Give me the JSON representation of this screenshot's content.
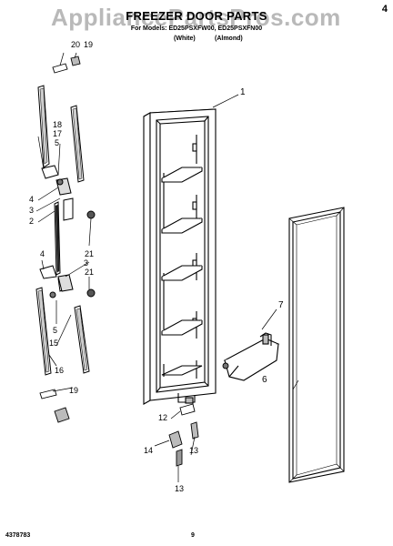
{
  "header": {
    "watermark": "AppliancePartsPros.com",
    "title": "FREEZER DOOR PARTS",
    "subtitle": "For Models: ED25PSXFW00, ED25PSXFN00",
    "color_white": "(White)",
    "color_almond": "(Almond)",
    "corner_mark": "4"
  },
  "footer": {
    "doc_number": "4378783",
    "page_number": "9"
  },
  "callouts": {
    "c20": "20",
    "c19a": "19",
    "c17": "17",
    "c18": "18",
    "c5a": "5",
    "c4a": "4",
    "c3a": "3",
    "c2": "2",
    "c21a": "21",
    "c4b": "4",
    "c3b": "3",
    "c21b": "21",
    "c5b": "5",
    "c15": "15",
    "c16": "16",
    "c19b": "19",
    "c1": "1",
    "c7": "7",
    "c6": "6",
    "c12": "12",
    "c13a": "13",
    "c14": "14",
    "c13b": "13"
  }
}
